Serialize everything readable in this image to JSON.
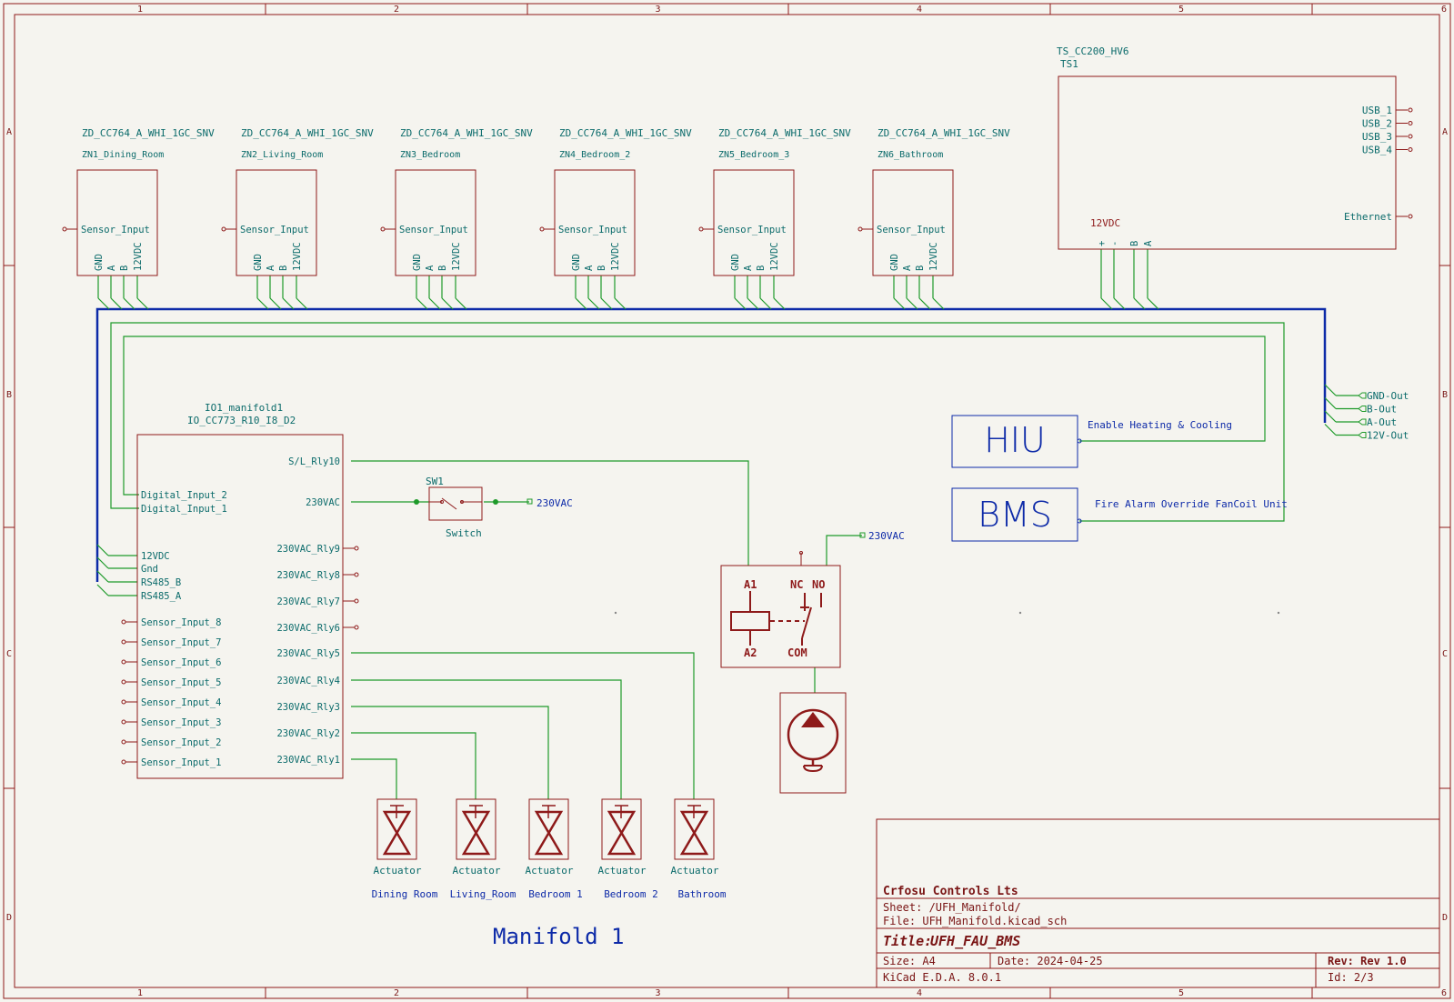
{
  "border": {
    "columns": [
      "1",
      "2",
      "3",
      "4",
      "5",
      "6"
    ],
    "rows": [
      "A",
      "B",
      "C",
      "D"
    ]
  },
  "thermostats": [
    {
      "ref": "ZD_CC764_A_WHI_1GC_SNV",
      "name": "ZN1_Dining_Room",
      "input": "Sensor_Input",
      "pins": [
        "GND",
        "A",
        "B",
        "12VDC"
      ]
    },
    {
      "ref": "ZD_CC764_A_WHI_1GC_SNV",
      "name": "ZN2_Living_Room",
      "input": "Sensor_Input",
      "pins": [
        "GND",
        "A",
        "B",
        "12VDC"
      ]
    },
    {
      "ref": "ZD_CC764_A_WHI_1GC_SNV",
      "name": "ZN3_Bedroom",
      "input": "Sensor_Input",
      "pins": [
        "GND",
        "A",
        "B",
        "12VDC"
      ]
    },
    {
      "ref": "ZD_CC764_A_WHI_1GC_SNV",
      "name": "ZN4_Bedroom_2",
      "input": "Sensor_Input",
      "pins": [
        "GND",
        "A",
        "B",
        "12VDC"
      ]
    },
    {
      "ref": "ZD_CC764_A_WHI_1GC_SNV",
      "name": "ZN5_Bedroom_3",
      "input": "Sensor_Input",
      "pins": [
        "GND",
        "A",
        "B",
        "12VDC"
      ]
    },
    {
      "ref": "ZD_CC764_A_WHI_1GC_SNV",
      "name": "ZN6_Bathroom",
      "input": "Sensor_Input",
      "pins": [
        "GND",
        "A",
        "B",
        "12VDC"
      ]
    }
  ],
  "ts": {
    "ref": "TS_CC200_HV6",
    "name": "TS1",
    "usb": [
      "USB_1",
      "USB_2",
      "USB_3",
      "USB_4"
    ],
    "ethernet": "Ethernet",
    "power": "12VDC",
    "bottom_pins": [
      "+",
      "-",
      "B",
      "A"
    ]
  },
  "outputs": [
    "GND-Out",
    "B-Out",
    "A-Out",
    "12V-Out"
  ],
  "io": {
    "name": "IO1_manifold1",
    "ref": "IO_CC773_R10_I8_D2",
    "left_pins": [
      "Digital_Input_2",
      "Digital_Input_1",
      "12VDC",
      "Gnd",
      "RS485_B",
      "RS485_A",
      "Sensor_Input_8",
      "Sensor_Input_7",
      "Sensor_Input_6",
      "Sensor_Input_5",
      "Sensor_Input_4",
      "Sensor_Input_3",
      "Sensor_Input_2",
      "Sensor_Input_1"
    ],
    "right_pins": [
      "S/L_Rly10",
      "230VAC",
      "230VAC_Rly9",
      "230VAC_Rly8",
      "230VAC_Rly7",
      "230VAC_Rly6",
      "230VAC_Rly5",
      "230VAC_Rly4",
      "230VAC_Rly3",
      "230VAC_Rly2",
      "230VAC_Rly1"
    ]
  },
  "switch": {
    "ref": "SW1",
    "value": "Switch",
    "net": "230VAC"
  },
  "relay": {
    "net": "230VAC",
    "a1": "A1",
    "a2": "A2",
    "nc": "NC",
    "no": "NO",
    "com": "COM"
  },
  "hiu": {
    "label": "HIU",
    "note": "Enable Heating & Cooling"
  },
  "bms": {
    "label": "BMS",
    "note": "Fire Alarm Override FanCoil Unit"
  },
  "actuators": [
    {
      "value": "Actuator",
      "room": "Dining Room"
    },
    {
      "value": "Actuator",
      "room": "Living_Room"
    },
    {
      "value": "Actuator",
      "room": "Bedroom 1"
    },
    {
      "value": "Actuator",
      "room": "Bedroom 2"
    },
    {
      "value": "Actuator",
      "room": "Bathroom"
    }
  ],
  "manifold_label": "Manifold 1",
  "title_block": {
    "company": "Crfosu Controls Lts",
    "sheet": "Sheet: /UFH_Manifold/",
    "file": "File: UFH_Manifold.kicad_sch",
    "title_prefix": "Title:",
    "title": "UFH_FAU_BMS",
    "size": "Size: A4",
    "date": "Date: 2024-04-25",
    "rev": "Rev: Rev 1.0",
    "kicad": "KiCad E.D.A. 8.0.1",
    "id": "Id: 2/3"
  }
}
